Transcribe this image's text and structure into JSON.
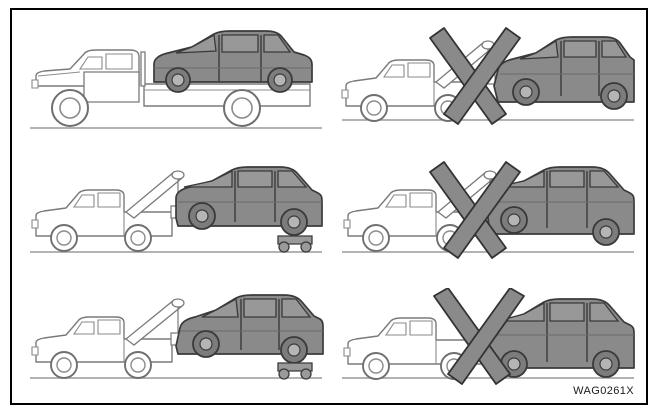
{
  "figure": {
    "reference_code": "WAG0261X",
    "border_color": "#000000",
    "background_color": "#ffffff"
  },
  "palette": {
    "vehicle_body_gray": "#8a8a8a",
    "vehicle_body_gray_light": "#989898",
    "vehicle_body_gray_dark": "#7c7c7c",
    "outline_dark": "#3a3a3a",
    "outline_mid": "#6f6f6f",
    "truck_fill": "#ffffff",
    "truck_outline": "#7a7a7a",
    "ground_line": "#9a9a9a",
    "prohibition_bar_fill": "#8a8a8a",
    "prohibition_bar_outline": "#333333",
    "wheel_hub": "#b5b5b5",
    "dolly_fill": "#9a9a9a"
  },
  "panels": [
    {
      "id": "panel-top-left",
      "row": 1,
      "column": "left",
      "status": "allowed",
      "carrier": "flatbed-tow-truck",
      "towed_vehicle": "suv",
      "towed_vehicle_orientation": "facing-left-loaded-on-bed",
      "wheels_on_ground": "none",
      "dollies": "not-used",
      "prohibition_mark": false
    },
    {
      "id": "panel-top-right",
      "row": 1,
      "column": "right",
      "status": "prohibited",
      "carrier": "boom-tow-truck",
      "towed_vehicle": "suv",
      "towed_vehicle_orientation": "front-lifted-facing-left",
      "wheels_on_ground": "rear",
      "dollies": "not-used",
      "prohibition_mark": true
    },
    {
      "id": "panel-middle-left",
      "row": 2,
      "column": "left",
      "status": "allowed",
      "carrier": "boom-tow-truck",
      "towed_vehicle": "suv",
      "towed_vehicle_orientation": "rear-lifted-facing-right",
      "wheels_on_ground": "none",
      "dollies": "under-front-wheels",
      "prohibition_mark": false
    },
    {
      "id": "panel-middle-right",
      "row": 2,
      "column": "right",
      "status": "prohibited",
      "carrier": "boom-tow-truck",
      "towed_vehicle": "suv",
      "towed_vehicle_orientation": "rear-lifted-facing-right",
      "wheels_on_ground": "front",
      "dollies": "not-used",
      "prohibition_mark": true
    },
    {
      "id": "panel-bottom-left",
      "row": 3,
      "column": "left",
      "status": "allowed",
      "carrier": "boom-tow-truck",
      "towed_vehicle": "suv",
      "towed_vehicle_orientation": "front-lifted-facing-left",
      "wheels_on_ground": "none",
      "dollies": "under-rear-wheels",
      "prohibition_mark": false
    },
    {
      "id": "panel-bottom-right",
      "row": 3,
      "column": "right",
      "status": "prohibited",
      "carrier": "pickup-truck-flat",
      "towed_vehicle": "suv",
      "towed_vehicle_orientation": "all-wheels-down-facing-left",
      "wheels_on_ground": "all",
      "dollies": "not-used",
      "prohibition_mark": true
    }
  ]
}
